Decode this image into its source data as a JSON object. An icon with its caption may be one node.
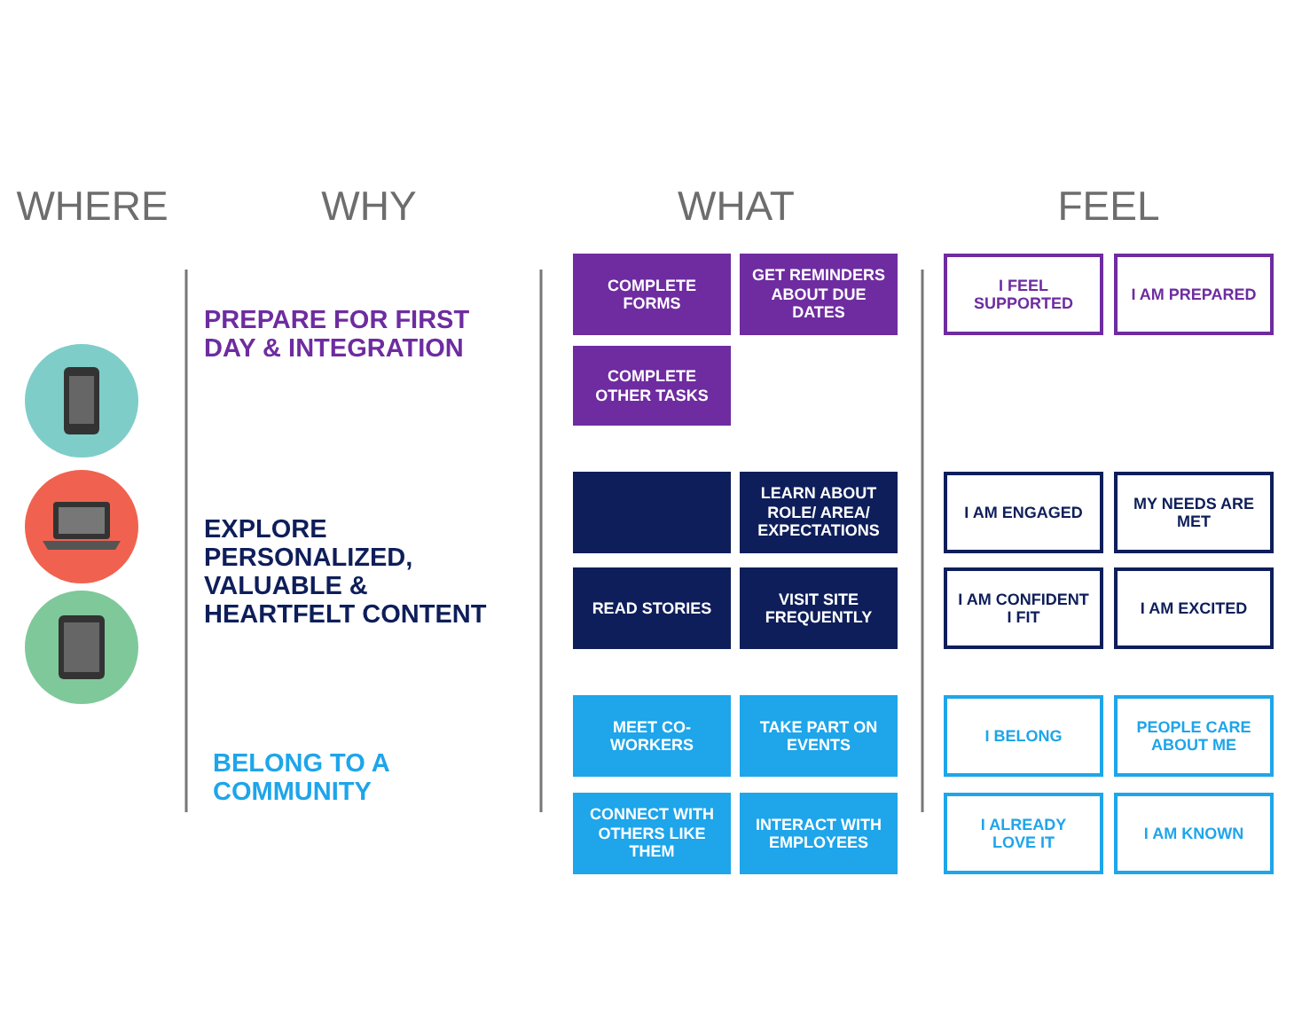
{
  "diagram": {
    "nodes": [
      {
        "text": [
          "COMPLETE FORMS"
        ]
      },
      {
        "text": [
          "GET REMINDERS ABOUT DUE DATES"
        ]
      },
      {
        "text": [
          "I FEEL SUPPORTED"
        ]
      },
      {
        "text": [
          "I AM PREPARED"
        ]
      },
      {
        "text": [
          "COMPLETE OTHER TASKS"
        ]
      },
      {
        "text": [],
        "shape": "box"
      },
      {
        "text": [
          "LEARN ABOUT ROLE/ AREA/ EXPECTATIONS"
        ]
      },
      {
        "text": [
          "I AM ENGAGED"
        ]
      },
      {
        "text": [
          "MY NEEDS ARE MET"
        ]
      },
      {
        "text": [
          "READ STORIES"
        ]
      },
      {
        "text": [
          "VISIT SITE FREQUENTLY"
        ]
      },
      {
        "text": [
          "I AM CONFIDENT I FIT"
        ]
      },
      {
        "text": [
          "I AM EXCITED"
        ]
      },
      {
        "text": [
          "MEET CO-WORKERS"
        ]
      },
      {
        "text": [
          "TAKE PART ON EVENTS"
        ]
      },
      {
        "text": [
          "I BELONG"
        ]
      },
      {
        "text": [
          "PEOPLE CARE ABOUT ME"
        ]
      },
      {
        "text": [
          "CONNECT WITH OTHERS LIKE THEM"
        ]
      },
      {
        "text": [
          "INTERACT WITH EMPLOYEES"
        ]
      },
      {
        "text": [
          "I ALREADY LOVE IT"
        ]
      },
      {
        "text": [
          "I AM KNOWN"
        ]
      }
    ],
    "labels": [
      "WHERE",
      "WHY",
      "WHAT",
      "FEEL",
      "PREPARE FOR FIRST DAY & INTEGRATION",
      "EXPLORE PERSONALIZED, VALUABLE & HEARTFELT CONTENT",
      "BELONG TO A COMMUNITY"
    ]
  }
}
